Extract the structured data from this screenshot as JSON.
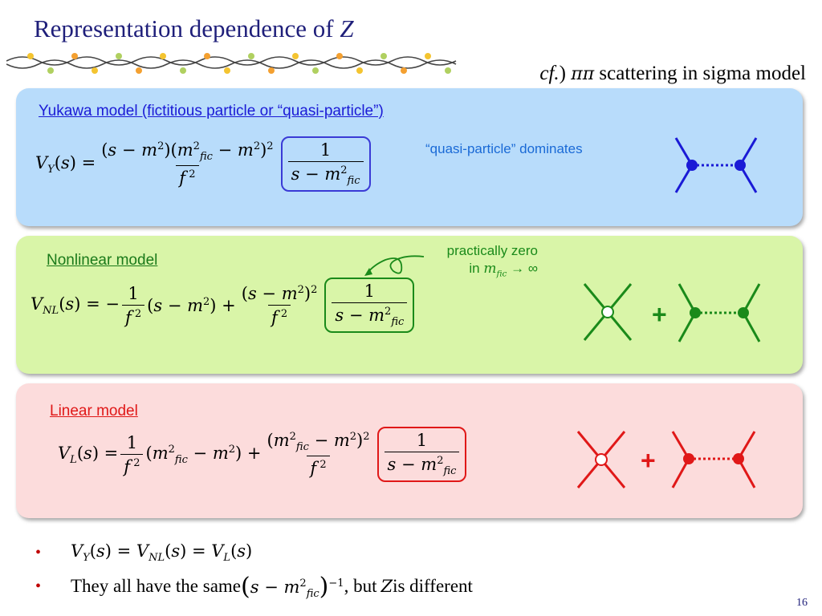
{
  "title": {
    "prefix": "Representation dependence of ",
    "var": "Z"
  },
  "cf": {
    "lead": "cf.",
    "after_lead": ") ",
    "pipi": "ππ",
    "text": " scattering in sigma model"
  },
  "yukawa": {
    "heading": "Yukawa model (fictitious particle or “quasi-particle”)",
    "note": "“quasi-particle” dominates",
    "color": "#1a1ad6"
  },
  "nonlinear": {
    "heading": "Nonlinear model",
    "note_line1": "practically zero",
    "note_line2_prefix": "in ",
    "color": "#1a8a1a"
  },
  "linear": {
    "heading": "Linear model",
    "color": "#e01818"
  },
  "diagrams": {
    "plus": "+"
  },
  "bullets": {
    "b1": "V_Y(s) = V_NL(s) = V_L(s)",
    "b2_prefix": "They all have the same ",
    "b2_suffix_a": ", but ",
    "b2_var": "Z",
    "b2_suffix_b": " is different"
  },
  "page_number": "16"
}
